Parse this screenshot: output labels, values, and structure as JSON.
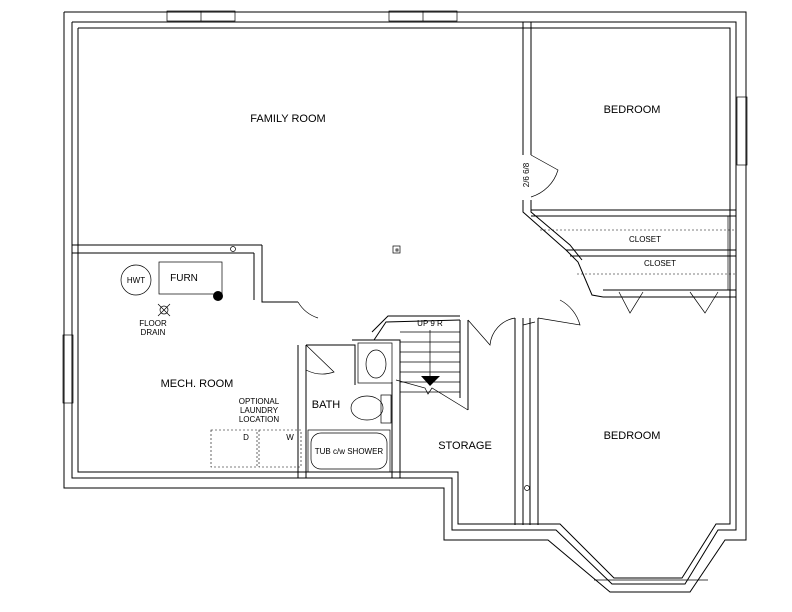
{
  "rooms": {
    "family_room": "FAMILY ROOM",
    "bedroom_top": "BEDROOM",
    "bedroom_bottom": "BEDROOM",
    "mech_room": "MECH. ROOM",
    "bath": "BATH",
    "storage": "STORAGE",
    "closet_1": "CLOSET",
    "closet_2": "CLOSET"
  },
  "fixtures": {
    "hwt": "HWT",
    "furnace": "FURN",
    "floor_drain_line1": "FLOOR",
    "floor_drain_line2": "DRAIN",
    "laundry_line1": "OPTIONAL",
    "laundry_line2": "LAUNDRY",
    "laundry_line3": "LOCATION",
    "dryer": "D",
    "washer": "W",
    "tub": "TUB c/w SHOWER",
    "stairs": "UP 9 R",
    "door_size": "2/6 6/8"
  }
}
